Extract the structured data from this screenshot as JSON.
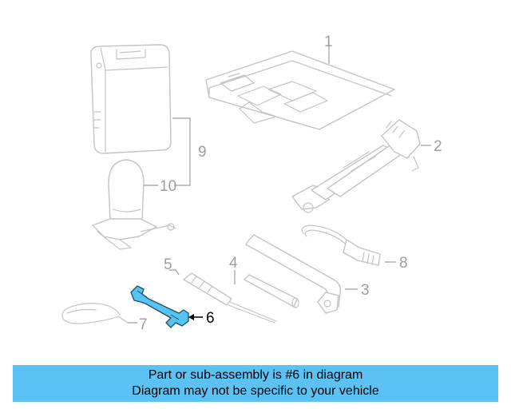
{
  "diagram": {
    "callouts": {
      "c1": "1",
      "c2": "2",
      "c3": "3",
      "c4": "4",
      "c5": "5",
      "c6": "6",
      "c7": "7",
      "c8": "8",
      "c9": "9",
      "c10": "10"
    },
    "highlighted_part": "6",
    "highlight_color": "#57c3f0"
  },
  "banner": {
    "line1": "Part or sub-assembly is #6 in diagram",
    "line2": "Diagram may not be specific to your vehicle",
    "background_color": "#5bc2f3"
  }
}
